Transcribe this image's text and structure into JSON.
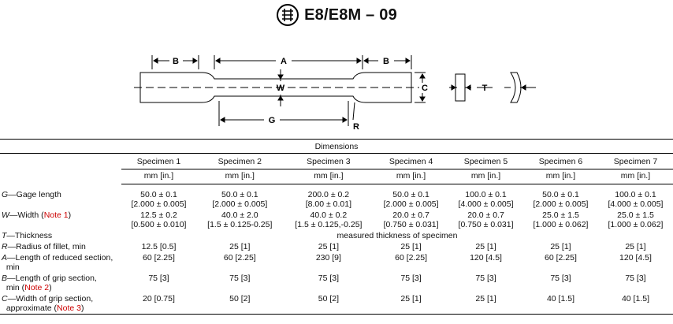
{
  "header": {
    "title": "E8/E8M – 09"
  },
  "figure": {
    "labels": {
      "A": "A",
      "B": "B",
      "W": "W",
      "C": "C",
      "G": "G",
      "R": "R",
      "T": "T"
    }
  },
  "table": {
    "title": "Dimensions",
    "specimens": [
      "Specimen 1",
      "Specimen 2",
      "Specimen 3",
      "Specimen 4",
      "Specimen 5",
      "Specimen 6",
      "Specimen 7"
    ],
    "units": [
      "mm [in.]",
      "mm [in.]",
      "mm [in.]",
      "mm [in.]",
      "mm [in.]",
      "mm [in.]",
      "mm [in.]"
    ],
    "rows": [
      {
        "sym": "G",
        "label": "—Gage length",
        "note": "",
        "note2": "",
        "values": [
          [
            "50.0 ± 0.1",
            "[2.000 ± 0.005]"
          ],
          [
            "50.0 ± 0.1",
            "[2.000 ± 0.005]"
          ],
          [
            "200.0 ± 0.2",
            "[8.00 ± 0.01]"
          ],
          [
            "50.0 ± 0.1",
            "[2.000 ± 0.005]"
          ],
          [
            "100.0 ± 0.1",
            "[4.000 ± 0.005]"
          ],
          [
            "50.0 ± 0.1",
            "[2.000 ± 0.005]"
          ],
          [
            "100.0 ± 0.1",
            "[4.000 ± 0.005]"
          ]
        ]
      },
      {
        "sym": "W",
        "label": "—Width (",
        "note": "Note 1",
        "note2": ")",
        "values": [
          [
            "12.5 ± 0.2",
            "[0.500 ± 0.010]"
          ],
          [
            "40.0 ± 2.0",
            "[1.5 ± 0.125-0.25]"
          ],
          [
            "40.0 ± 0.2",
            "[1.5 ± 0.125,-0.25]"
          ],
          [
            "20.0 ± 0.7",
            "[0.750 ± 0.031]"
          ],
          [
            "20.0 ± 0.7",
            "[0.750 ± 0.031]"
          ],
          [
            "25.0 ± 1.5",
            "[1.000 ± 0.062]"
          ],
          [
            "25.0 ± 1.5",
            "[1.000 ± 0.062]"
          ]
        ]
      },
      {
        "sym": "T",
        "label": "—Thickness",
        "span": "measured thickness of specimen"
      },
      {
        "sym": "R",
        "label": "—Radius of fillet, min",
        "note": "",
        "note2": "",
        "values": [
          [
            "12.5 [0.5]"
          ],
          [
            "25 [1]"
          ],
          [
            "25 [1]"
          ],
          [
            "25 [1]"
          ],
          [
            "25 [1]"
          ],
          [
            "25 [1]"
          ],
          [
            "25 [1]"
          ]
        ]
      },
      {
        "sym": "A",
        "label": "—Length of reduced section,",
        "label2": "min",
        "note": "",
        "note2": "",
        "values": [
          [
            "60 [2.25]"
          ],
          [
            "60 [2.25]"
          ],
          [
            "230 [9]"
          ],
          [
            "60 [2.25]"
          ],
          [
            "120 [4.5]"
          ],
          [
            "60 [2.25]"
          ],
          [
            "120 [4.5]"
          ]
        ]
      },
      {
        "sym": "B",
        "label": "—Length of grip section,",
        "label2": "min (",
        "note": "Note 2",
        "note2": ")",
        "values": [
          [
            "75 [3]"
          ],
          [
            "75 [3]"
          ],
          [
            "75 [3]"
          ],
          [
            "75 [3]"
          ],
          [
            "75 [3]"
          ],
          [
            "75 [3]"
          ],
          [
            "75 [3]"
          ]
        ]
      },
      {
        "sym": "C",
        "label": "—Width of grip section,",
        "label2": "approximate (",
        "note": "Note 3",
        "note2": ")",
        "values": [
          [
            "20 [0.75]"
          ],
          [
            "50 [2]"
          ],
          [
            "50 [2]"
          ],
          [
            "25 [1]"
          ],
          [
            "25 [1]"
          ],
          [
            "40 [1.5]"
          ],
          [
            "40 [1.5]"
          ]
        ]
      }
    ]
  }
}
